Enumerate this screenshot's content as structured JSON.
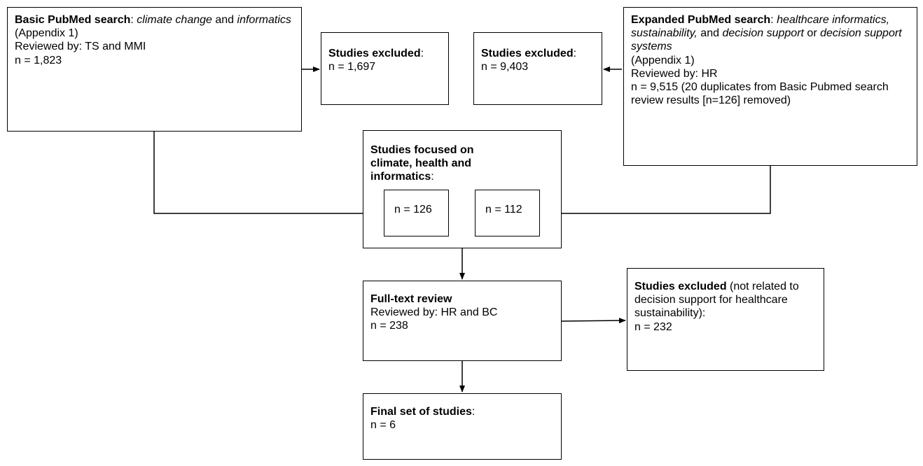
{
  "basic_search": {
    "title": "Basic PubMed search",
    "colon": ": ",
    "term1": "climate change",
    "and": " and ",
    "term2": "informatics",
    "appendix": " (Appendix 1)",
    "reviewed": "Reviewed by: TS and MMI",
    "n": "n = 1,823"
  },
  "excluded_basic": {
    "title": "Studies excluded",
    "colon": ":",
    "n": "n = 1,697"
  },
  "excluded_expanded": {
    "title": "Studies excluded",
    "colon": ":",
    "n": "n = 9,403"
  },
  "expanded_search": {
    "title": "Expanded PubMed search",
    "colon": ": ",
    "term1": "healthcare informatics, sustainability,",
    "and": " and ",
    "term2": "decision support",
    "or": " or ",
    "term3": "decision support systems",
    "appendix": "(Appendix 1)",
    "reviewed": "Reviewed by: HR",
    "n": "n = 9,515 (20 duplicates from Basic Pubmed search review results [n=126] removed)"
  },
  "focused": {
    "title": "Studies focused on climate, health and informatics",
    "colon": ":",
    "n_basic": "n = 126",
    "n_expanded": "n = 112"
  },
  "full_text": {
    "title": "Full-text review",
    "reviewed": "Reviewed by: HR and BC",
    "n": "n = 238"
  },
  "excluded_full": {
    "title": "Studies excluded",
    "reason": " (not related to decision support for healthcare sustainability):",
    "n": "n = 232"
  },
  "final": {
    "title": "Final set of studies",
    "colon": ":",
    "n": "n = 6"
  }
}
